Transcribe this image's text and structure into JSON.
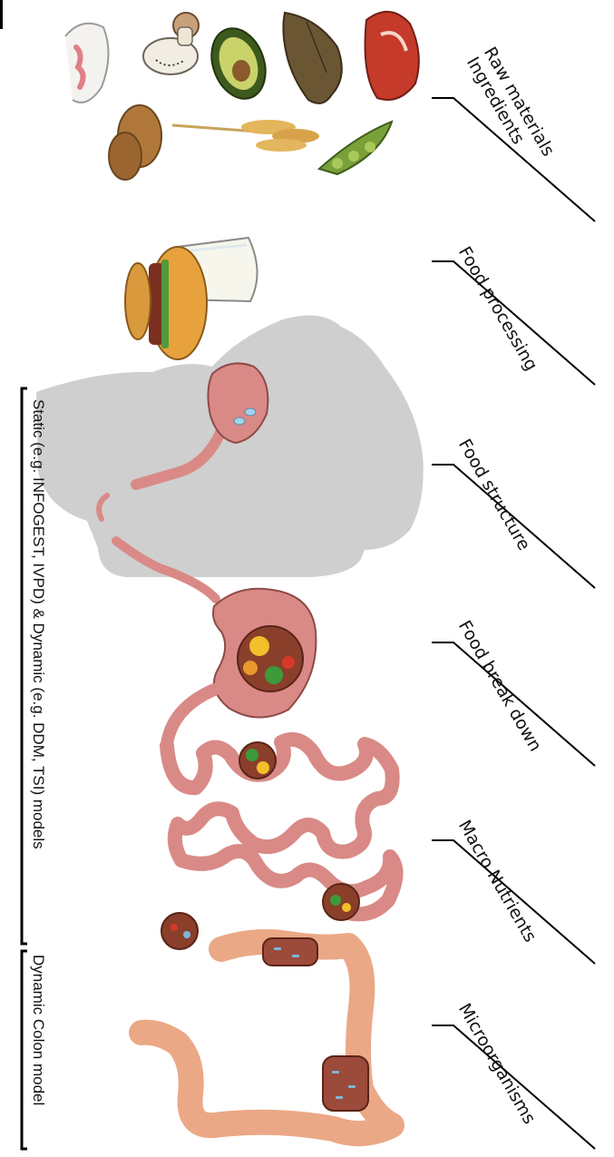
{
  "stages": [
    {
      "lines": [
        "Raw materials",
        "Ingredients"
      ]
    },
    {
      "lines": [
        "Food processing"
      ]
    },
    {
      "lines": [
        "Food structure"
      ]
    },
    {
      "lines": [
        "Food break down"
      ]
    },
    {
      "lines": [
        "Macro Nutrients"
      ]
    },
    {
      "lines": [
        "Microorganisms"
      ]
    }
  ],
  "models": {
    "static_dynamic": "Static (e.g. INFOGEST, IVPD) & Dynamic (e.g. DDM, TSI) models",
    "colon": "Dynamic Colon model"
  },
  "colors": {
    "head": "#cfcfcf",
    "gut": "#d98a86",
    "gut_edge": "#8e4a47",
    "colon": "#eba886",
    "colon_edge": "#9c5b3f",
    "chyme": "#8a3f2b",
    "leader": "#000000"
  }
}
